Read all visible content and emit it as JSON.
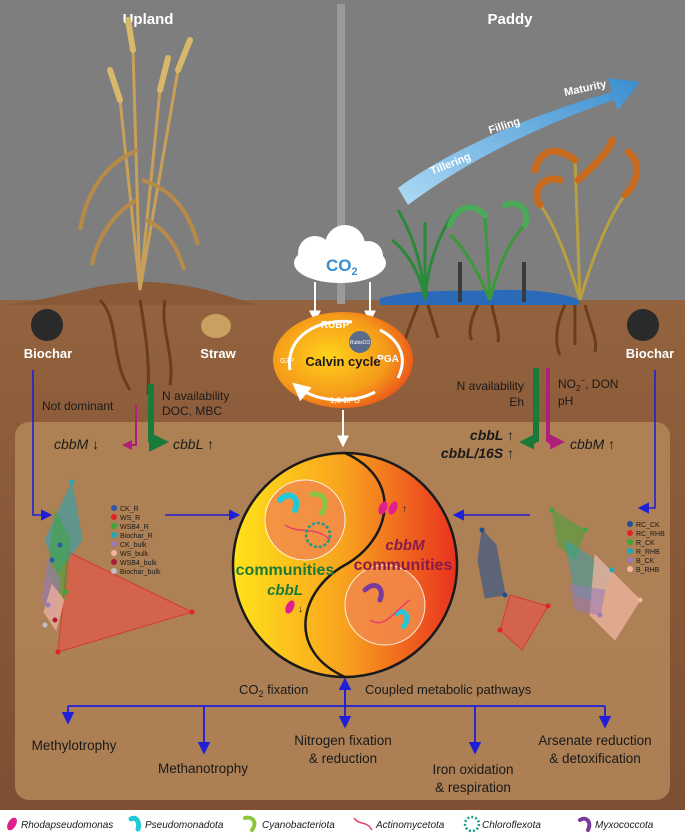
{
  "headers": {
    "upland": "Upland",
    "paddy": "Paddy"
  },
  "growth_stages": [
    "Tillering",
    "Filling",
    "Maturity"
  ],
  "co2": {
    "main": "CO",
    "sub": "2"
  },
  "calvin": {
    "title": "Calvin cycle",
    "rubp": "RUBP",
    "pga": "PGA",
    "bpg": "1,3 BPG",
    "g3p": "G3P",
    "rubisco": "RubisCO"
  },
  "inputs": {
    "biochar_left": "Biochar",
    "straw": "Straw",
    "biochar_right": "Biochar"
  },
  "left_factors": {
    "not_dominant": "Not dominant",
    "line1": "N availability",
    "line2": "DOC, MBC",
    "cbbm": "cbbM ↓",
    "cbbl": "cbbL ↑"
  },
  "right_factors": {
    "line1": "N availability",
    "line2": "Eh",
    "line3_pre": "NO",
    "line3_sup": "2",
    "line3_minus": "−",
    "line3_post": ", DON",
    "line4": "pH",
    "cbbl": "cbbL ↑",
    "cbbl16s": "cbbL/16S ↑",
    "cbbm": "cbbM ↑"
  },
  "center": {
    "left_label1": "communities",
    "left_label2": "cbbL",
    "right_label1": "cbbM",
    "right_label2": "communities",
    "down_arrow": "↓",
    "up_arrow": "↑"
  },
  "legend_left": [
    {
      "label": "CK_R",
      "color": "#2a5aa8"
    },
    {
      "label": "WS_R",
      "color": "#e02424"
    },
    {
      "label": "WSB4_R",
      "color": "#3aa83a"
    },
    {
      "label": "Biochar_R",
      "color": "#22a7b8"
    },
    {
      "label": "CK_bulk",
      "color": "#9a7ab8"
    },
    {
      "label": "WS_bulk",
      "color": "#f2b6a0"
    },
    {
      "label": "WSB4_bulk",
      "color": "#b01a3a"
    },
    {
      "label": "Biochar_bulk",
      "color": "#bfbfbf"
    }
  ],
  "legend_right": [
    {
      "label": "RC_CK",
      "color": "#1f4e96"
    },
    {
      "label": "RC_RHB",
      "color": "#e02424"
    },
    {
      "label": "R_CK",
      "color": "#3aa83a"
    },
    {
      "label": "R_RHB",
      "color": "#22a7b8"
    },
    {
      "label": "B_CK",
      "color": "#9a7ab8"
    },
    {
      "label": "B_RHB",
      "color": "#f2b6a0"
    }
  ],
  "bottom": {
    "co2_fixation": "CO",
    "co2_fixation_sub": "2",
    "co2_fixation_post": " fixation",
    "coupled": "Coupled metabolic pathways",
    "pathways": [
      "Methylotrophy",
      "Methanotrophy",
      "Nitrogen fixation",
      "& reduction",
      "Iron oxidation",
      "& respiration",
      "Arsenate reduction",
      "& detoxification"
    ]
  },
  "taxa_legend": [
    {
      "label": "Rhodapseudomonas",
      "color": "#e0208c"
    },
    {
      "label": "Pseudomonadota",
      "color": "#22c8d8"
    },
    {
      "label": "Cyanobacteriota",
      "color": "#8cc63e"
    },
    {
      "label": "Actinomycetota",
      "color": "#e8406a"
    },
    {
      "label": "Chloroflexota",
      "color": "#1a9a8a"
    },
    {
      "label": "Myxococcota",
      "color": "#7a3a9a"
    }
  ],
  "colors": {
    "sky": "#7d7d7d",
    "soil": "#8a5b3a",
    "soil_box": "#b4875a",
    "arrow_blue": "#1f1fd8",
    "factor_green": "#1a7a3a",
    "factor_magenta": "#b0207a"
  }
}
